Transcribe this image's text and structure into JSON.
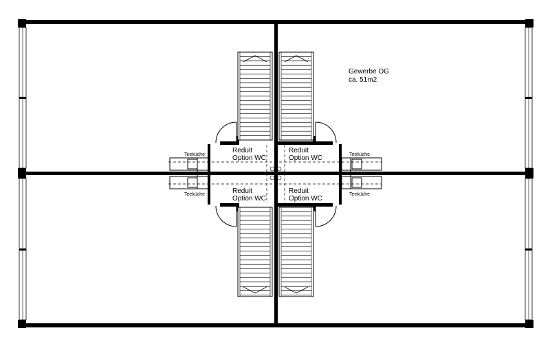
{
  "labels": {
    "area_name": "Gewerbe OG",
    "area_size": "ca. 51m2",
    "reduit": "Reduit",
    "option_wc": "Option WC",
    "teekueche": "Teeküche"
  }
}
